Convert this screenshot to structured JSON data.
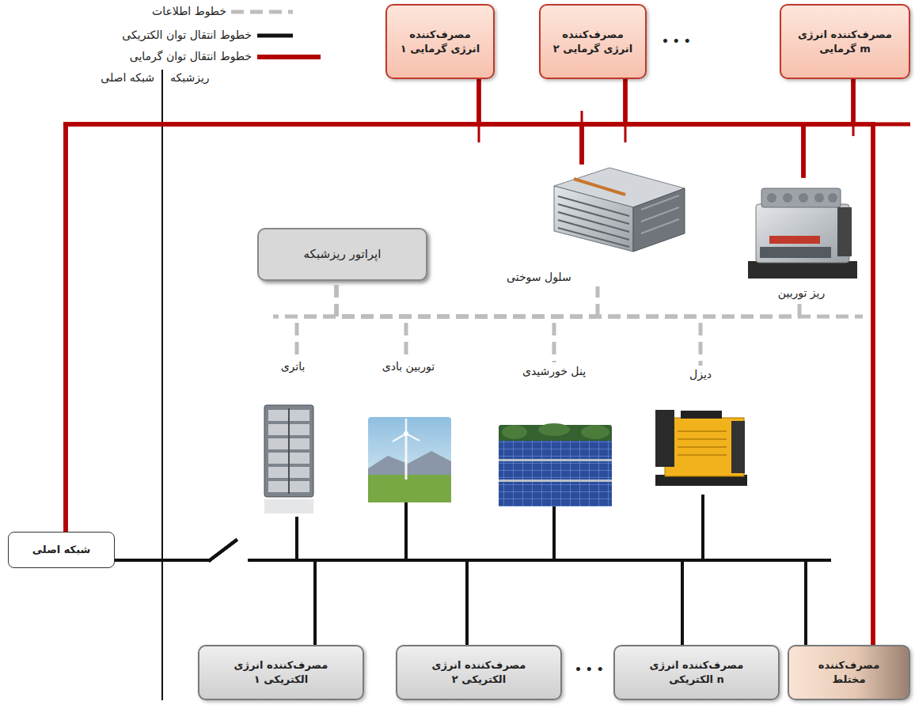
{
  "diagram": {
    "nodes": [
      {
        "text": [
          "مصرف‌کننده انرژی گرمایی ۱"
        ]
      },
      {
        "text": [
          "مصرف‌کننده انرژی گرمایی ۲"
        ]
      },
      {
        "text": [
          "مصرف‌کننده انرژی گرمایی m"
        ]
      },
      {
        "text": [
          "سلول سوختی"
        ]
      },
      {
        "text": [
          "ریز توربین"
        ]
      },
      {
        "text": [
          "اپراتور ریزشبکه"
        ]
      },
      {
        "text": [
          "باتری"
        ]
      },
      {
        "text": [
          "توربین بادی"
        ]
      },
      {
        "text": [
          "پنل خورشیدی"
        ]
      },
      {
        "text": [
          "دیزل"
        ]
      },
      {
        "text": [
          "شبکه اصلی"
        ]
      },
      {
        "text": [
          "مصرف‌کننده انرژی الکتریکی ۱"
        ]
      },
      {
        "text": [
          "مصرف‌کننده انرژی الکتریکی ۲"
        ]
      },
      {
        "text": [
          "مصرف‌کننده انرژی الکتریکی n"
        ]
      },
      {
        "text": [
          "مصرف‌کننده مختلط"
        ]
      }
    ],
    "edges": [
      {
        "from": 5,
        "to": 3,
        "arrow": "none"
      },
      {
        "from": 5,
        "to": 4,
        "arrow": "none"
      },
      {
        "from": 5,
        "to": 6,
        "arrow": "none"
      },
      {
        "from": 5,
        "to": 7,
        "arrow": "none"
      },
      {
        "from": 5,
        "to": 8,
        "arrow": "none"
      },
      {
        "from": 5,
        "to": 9,
        "arrow": "none"
      },
      {
        "from": 3,
        "to": 0,
        "arrow": "none"
      },
      {
        "from": 3,
        "to": 1,
        "arrow": "none"
      },
      {
        "from": 3,
        "to": 2,
        "arrow": "none"
      },
      {
        "from": 3,
        "to": 14,
        "arrow": "none"
      },
      {
        "from": 4,
        "to": 0,
        "arrow": "none"
      },
      {
        "from": 4,
        "to": 1,
        "arrow": "none"
      },
      {
        "from": 4,
        "to": 2,
        "arrow": "none"
      },
      {
        "from": 4,
        "to": 14,
        "arrow": "none"
      },
      {
        "from": 10,
        "to": 0,
        "arrow": "none"
      },
      {
        "from": 10,
        "to": 1,
        "arrow": "none"
      },
      {
        "from": 10,
        "to": 2,
        "arrow": "none"
      },
      {
        "from": 10,
        "to": 14,
        "arrow": "none"
      },
      {
        "from": 6,
        "to": 11,
        "arrow": "none"
      },
      {
        "from": 6,
        "to": 12,
        "arrow": "none"
      },
      {
        "from": 6,
        "to": 13,
        "arrow": "none"
      },
      {
        "from": 6,
        "to": 14,
        "arrow": "none"
      },
      {
        "from": 7,
        "to": 11,
        "arrow": "none"
      },
      {
        "from": 7,
        "to": 12,
        "arrow": "none"
      },
      {
        "from": 7,
        "to": 13,
        "arrow": "none"
      },
      {
        "from": 7,
        "to": 14,
        "arrow": "none"
      },
      {
        "from": 8,
        "to": 11,
        "arrow": "none"
      },
      {
        "from": 8,
        "to": 12,
        "arrow": "none"
      },
      {
        "from": 8,
        "to": 13,
        "arrow": "none"
      },
      {
        "from": 8,
        "to": 14,
        "arrow": "none"
      },
      {
        "from": 9,
        "to": 11,
        "arrow": "none"
      },
      {
        "from": 9,
        "to": 12,
        "arrow": "none"
      },
      {
        "from": 9,
        "to": 13,
        "arrow": "none"
      },
      {
        "from": 9,
        "to": 14,
        "arrow": "none"
      },
      {
        "from": 10,
        "to": 11,
        "arrow": "none"
      },
      {
        "from": 10,
        "to": 12,
        "arrow": "none"
      },
      {
        "from": 10,
        "to": 13,
        "arrow": "none"
      },
      {
        "from": 10,
        "to": 14,
        "arrow": "none"
      }
    ],
    "labels": [
      "شبکه اصلی",
      "ریزشبکه",
      "• • •",
      "• • •"
    ],
    "legend": [
      {
        "text": "خطوط اطلاعات"
      },
      {
        "text": "خطوط انتقال توان الکتریکی"
      },
      {
        "text": "خطوط انتقال توان گرمایی"
      }
    ]
  }
}
